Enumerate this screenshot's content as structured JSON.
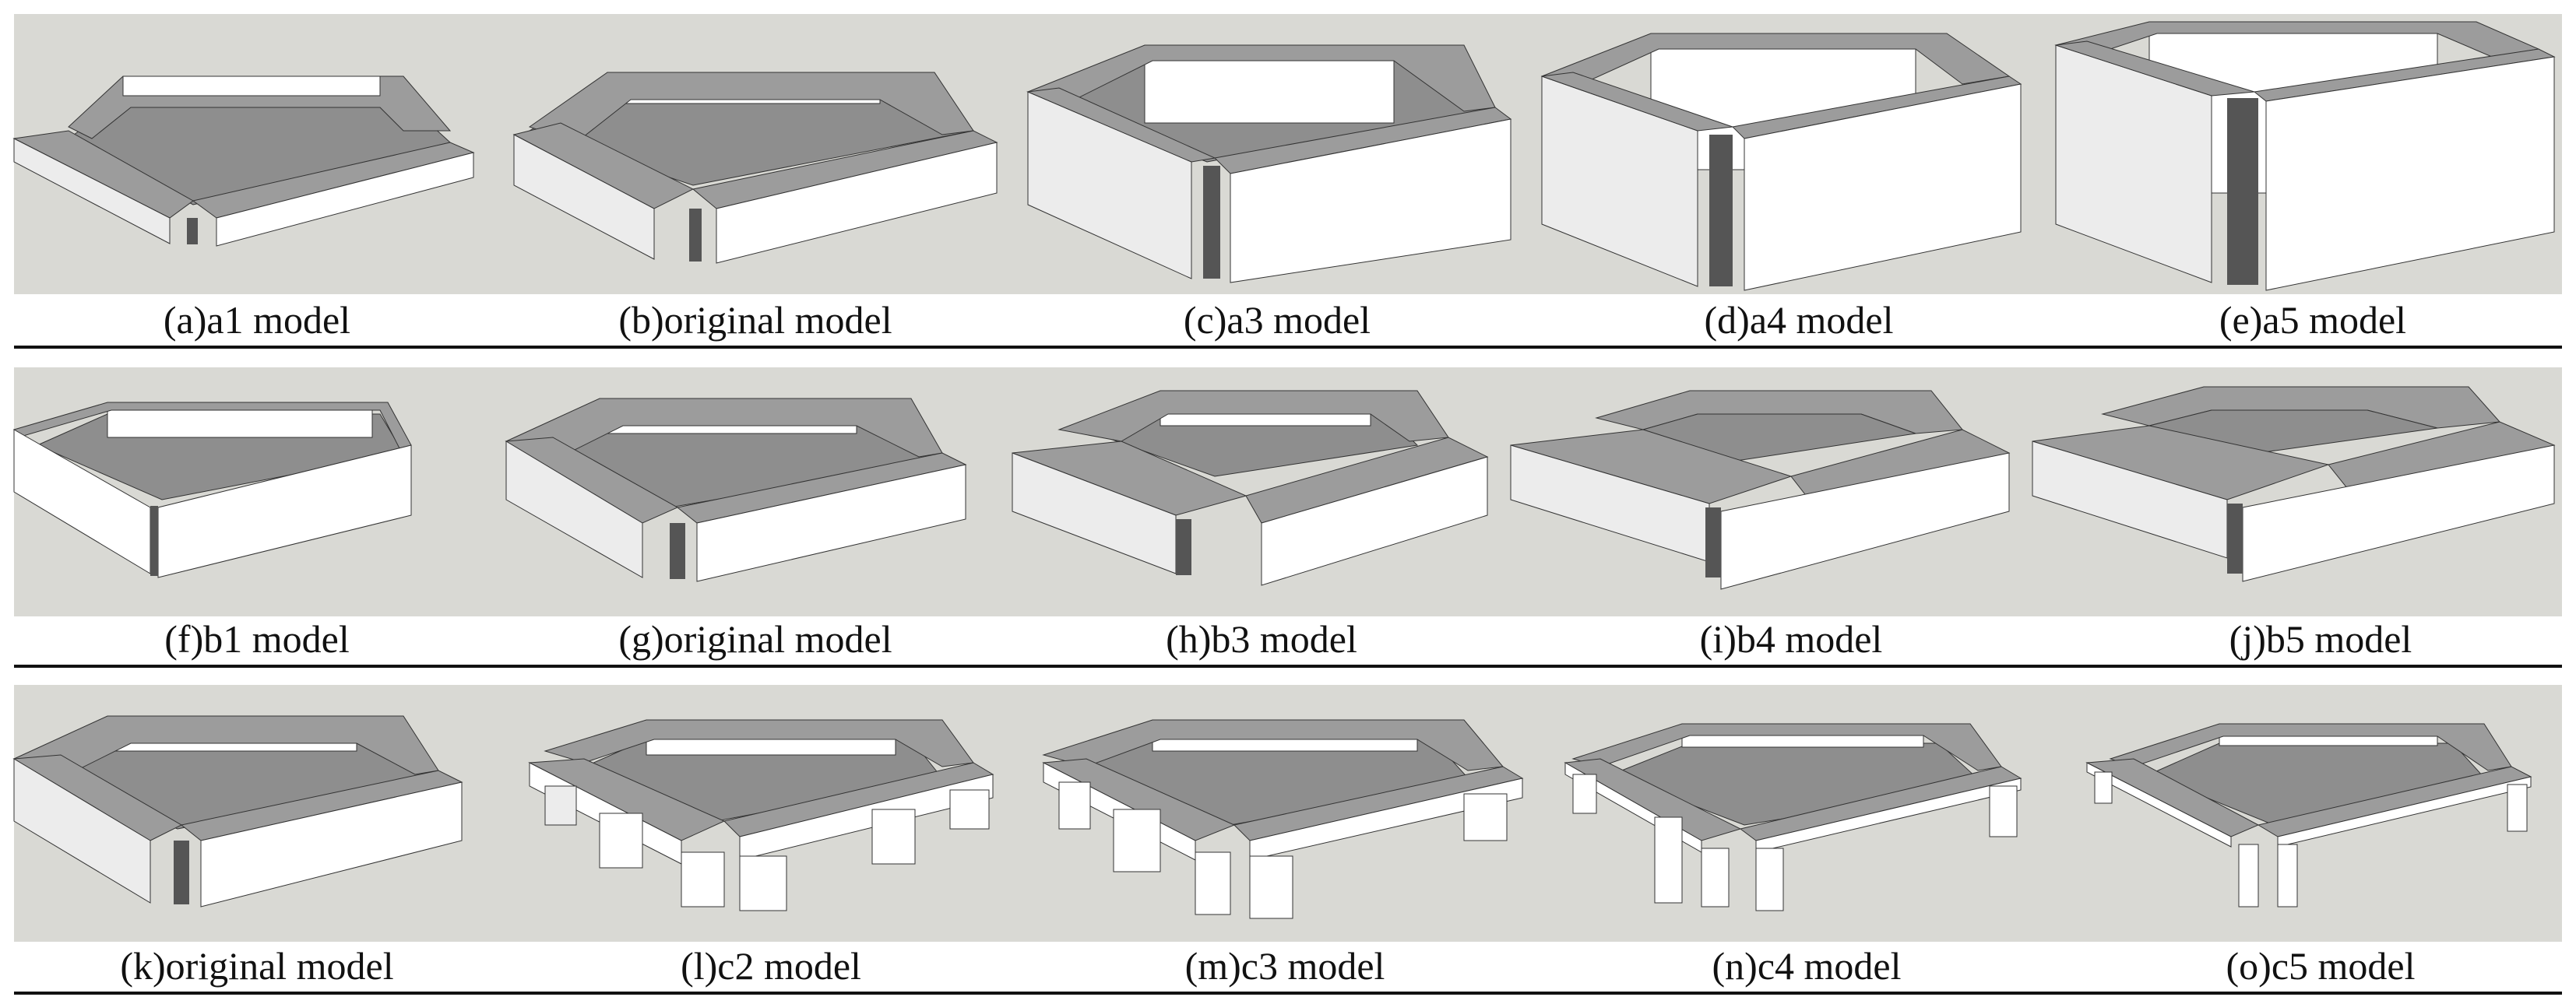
{
  "rows": [
    {
      "captions": [
        "(a)a1 model",
        "(b)original model",
        "(c)a3 model",
        "(d)a4 model",
        "(e)a5 model"
      ]
    },
    {
      "captions": [
        "(f)b1 model",
        "(g)original model",
        "(h)b3 model",
        "(i)b4 model",
        "(j)b5 model"
      ]
    },
    {
      "captions": [
        "(k)original model",
        "(l)c2 model",
        "(m)c3 model",
        "(n)c4 model",
        "(o)c5 model"
      ]
    }
  ],
  "colors": {
    "band": "#d9d9d4",
    "floor": "#8e8e8e",
    "top": "#9c9c9c",
    "front": "#ffffff",
    "side": "#ececec",
    "edge": "#3a3a3a"
  }
}
